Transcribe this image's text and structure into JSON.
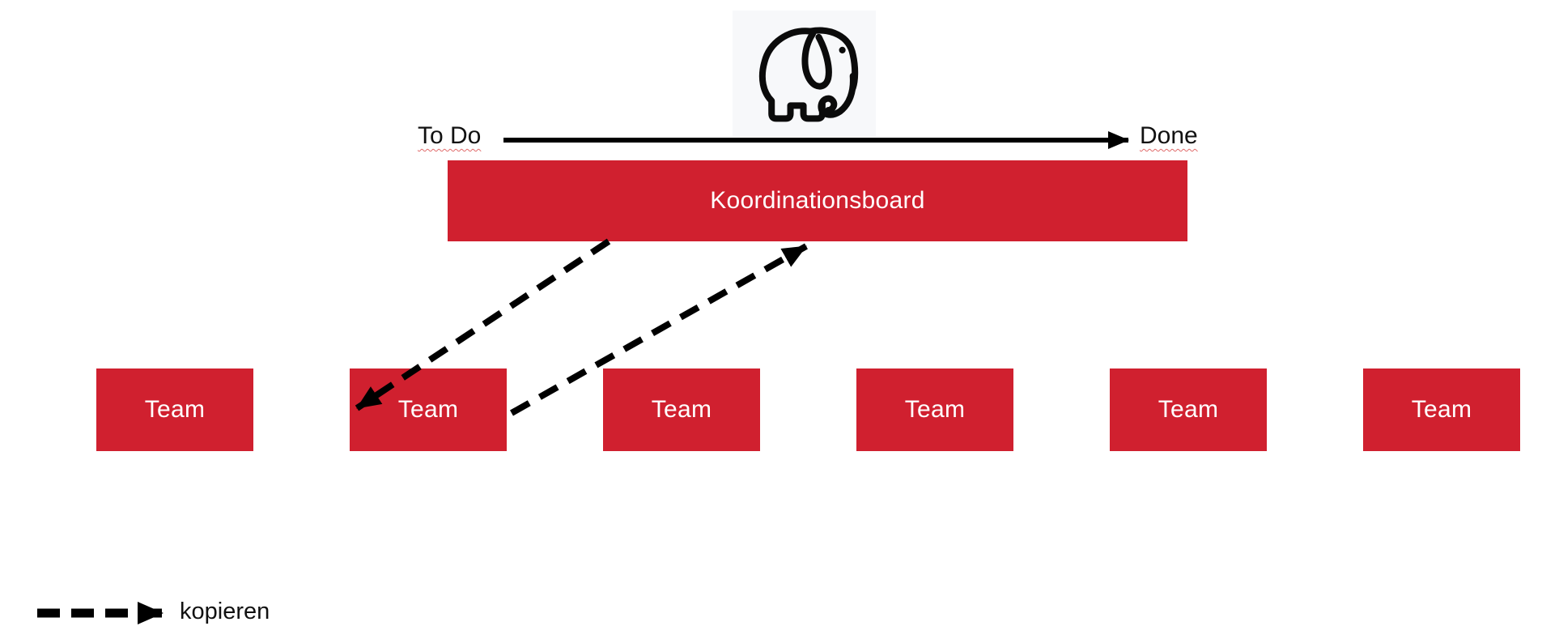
{
  "flow": {
    "todo": "To Do",
    "done": "Done"
  },
  "board": {
    "label": "Koordinationsboard"
  },
  "teams": [
    {
      "label": "Team"
    },
    {
      "label": "Team"
    },
    {
      "label": "Team"
    },
    {
      "label": "Team"
    },
    {
      "label": "Team"
    },
    {
      "label": "Team"
    }
  ],
  "legend": {
    "label": "kopieren"
  },
  "connectors": [
    {
      "from": "Koordinationsboard",
      "to": "Team",
      "style": "dashed",
      "meaning": "kopieren"
    },
    {
      "from": "Team",
      "to": "Koordinationsboard",
      "style": "dashed",
      "meaning": "kopieren"
    },
    {
      "from": "To Do",
      "to": "Done",
      "style": "solid",
      "meaning": "flow direction"
    }
  ],
  "icons": {
    "elephant": "elephant-icon"
  },
  "colors": {
    "accent_red": "#d0202f",
    "text_on_red": "#ffffff",
    "connector_black": "#000000",
    "spellcheck_underline": "#e06a6a",
    "icon_tile_bg": "#f7f8fa"
  }
}
